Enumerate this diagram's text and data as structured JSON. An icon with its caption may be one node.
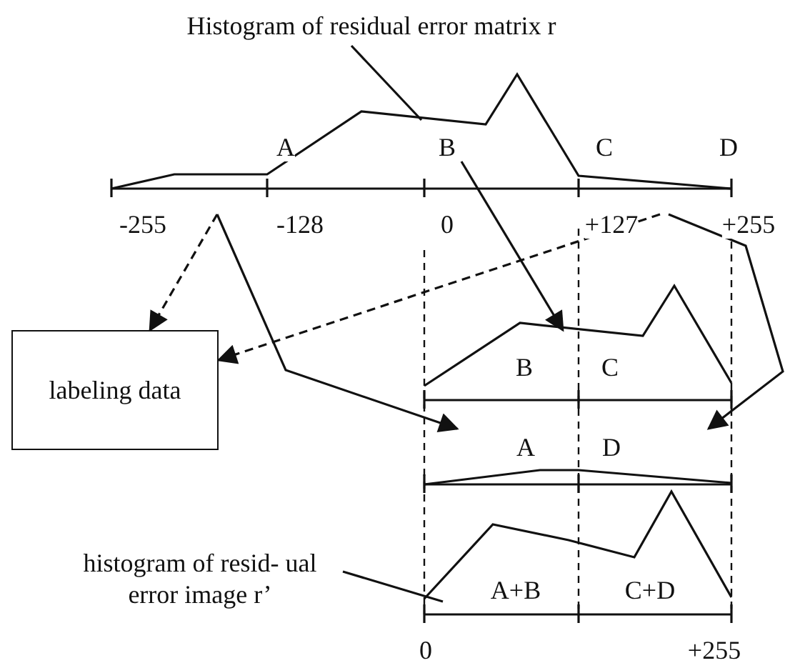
{
  "diagram": {
    "nodes": [
      {
        "text": [
          "Histogram of residual error matrix r"
        ]
      },
      {
        "text": [],
        "shape": "curve"
      },
      {
        "text": [
          "labeling data"
        ]
      },
      {
        "text": [],
        "shape": "curve"
      },
      {
        "text": [],
        "shape": "curve"
      },
      {
        "text": [
          "histogram of resid- ual error image r’"
        ]
      },
      {
        "text": [],
        "shape": "curve"
      }
    ],
    "edges": [
      {
        "from": 0,
        "to": 1,
        "arrow": "none"
      },
      {
        "from": 1,
        "to": 3,
        "arrow": "to"
      },
      {
        "from": 1,
        "to": 2,
        "arrow": "to",
        "style": "dashed"
      },
      {
        "from": 1,
        "to": 2,
        "arrow": "to",
        "style": "dashed"
      },
      {
        "from": 1,
        "to": 4,
        "arrow": "to"
      },
      {
        "from": 1,
        "to": 4,
        "arrow": "to"
      },
      {
        "from": 5,
        "to": 6,
        "arrow": "none"
      }
    ],
    "labels": [
      "A",
      "B",
      "C",
      "D",
      "-255",
      "-128",
      "0",
      "+127",
      "+255",
      "B",
      "C",
      "A",
      "D",
      "A+B",
      "C+D",
      "0",
      "+255"
    ]
  }
}
